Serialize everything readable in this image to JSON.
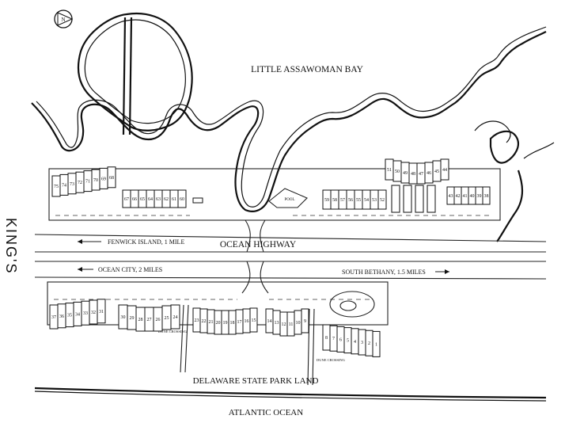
{
  "map_title": "KING'S GRANT",
  "water": {
    "bay": "LITTLE ASSAWOMAN BAY",
    "ocean": "ATLANTIC OCEAN"
  },
  "road": {
    "name": "OCEAN HIGHWAY",
    "directions": {
      "fenwick": "FENWICK ISLAND, 1 MILE",
      "ocean_city": "OCEAN CITY, 2 MILES",
      "south_bethany": "SOUTH BETHANY, 1.5 MILES"
    }
  },
  "land": {
    "park": "DELAWARE STATE PARK LAND",
    "pool": "POOL",
    "dune_crossing_left": "DUNE CROSSING",
    "dune_crossing_right": "DUNE CROSSING",
    "marker": "N"
  },
  "north_units": {
    "group_a": [
      "75",
      "74",
      "73",
      "72",
      "71",
      "70",
      "69",
      "68"
    ],
    "group_b": [
      "67",
      "66",
      "65",
      "64",
      "63",
      "62",
      "61",
      "60"
    ],
    "group_c": [
      "59",
      "58",
      "57",
      "56",
      "55",
      "54",
      "53",
      "52"
    ],
    "group_d": [
      "51",
      "50",
      "49",
      "48",
      "47",
      "46",
      "45",
      "44"
    ],
    "group_e": [
      "43",
      "42",
      "41",
      "40",
      "39",
      "38"
    ]
  },
  "south_units": {
    "group_a": [
      "37",
      "36",
      "35",
      "34",
      "33",
      "32",
      "31"
    ],
    "group_b": [
      "30",
      "29",
      "28",
      "27",
      "26",
      "25",
      "24"
    ],
    "group_c": [
      "23",
      "22",
      "21",
      "20",
      "19",
      "18",
      "17",
      "16",
      "15"
    ],
    "group_d": [
      "14",
      "13",
      "12",
      "11",
      "10",
      "9"
    ],
    "group_e": [
      "8",
      "7",
      "6",
      "5",
      "4",
      "3",
      "2",
      "1"
    ]
  }
}
